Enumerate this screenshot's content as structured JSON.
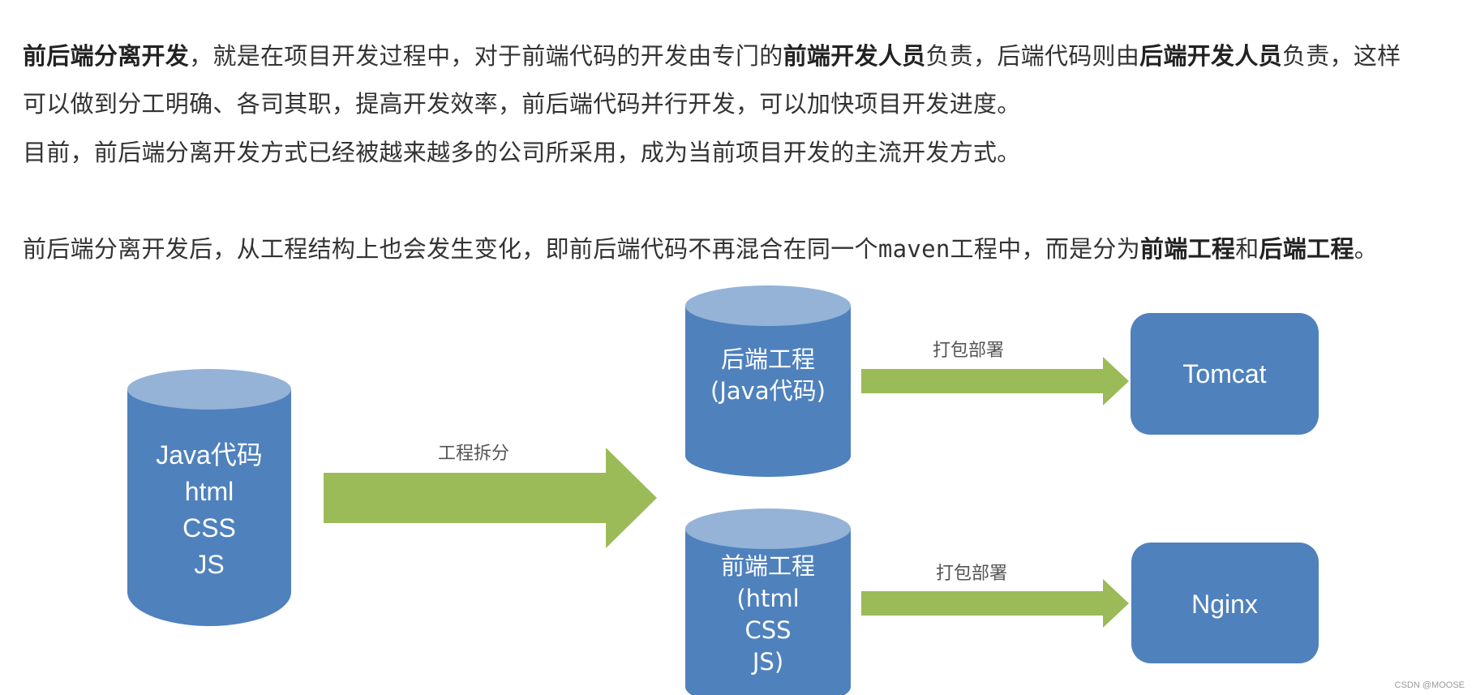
{
  "text": {
    "p1": {
      "s1": "前后端分离开发",
      "s2": "，就是在项目开发过程中，对于前端代码的开发由专门的",
      "s3": "前端开发人员",
      "s4": "负责，后端代码则由",
      "s5": "后端开发人员",
      "s6": "负责，这样可以做到分工明确、各司其职，提高开发效率，前后端代码并行开发，可以加快项目开发进度。"
    },
    "p2": "目前，前后端分离开发方式已经被越来越多的公司所采用，成为当前项目开发的主流开发方式。",
    "p3": {
      "s1": "前后端分离开发后，从工程结构上也会发生变化，即前后端代码不再混合在同一个",
      "s2": "maven",
      "s3": "工程中，而是分为",
      "s4": "前端工程",
      "s5": "和",
      "s6": "后端工程",
      "s7": "。"
    }
  },
  "diagram": {
    "source_db": {
      "lines": [
        "Java代码",
        "html",
        "CSS",
        "JS"
      ]
    },
    "split_arrow_label": "工程拆分",
    "backend_db": {
      "lines": [
        "后端工程",
        "(Java代码)"
      ]
    },
    "frontend_db": {
      "lines": [
        "前端工程",
        "(html",
        "CSS",
        "JS)"
      ]
    },
    "deploy_label_top": "打包部署",
    "deploy_label_bottom": "打包部署",
    "tomcat_label": "Tomcat",
    "nginx_label": "Nginx",
    "colors": {
      "cylinder_body": "#4f81bd",
      "cylinder_top": "#95b3d7",
      "arrow": "#9bbb59",
      "box": "#4f81bd",
      "label_text": "#ffffff",
      "caption_text": "#555555"
    }
  },
  "watermark": "CSDN @MOOSE"
}
